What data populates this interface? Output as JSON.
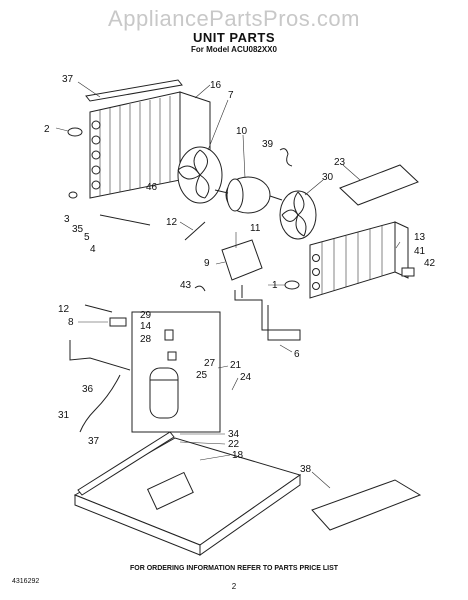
{
  "watermark": "AppliancePartsPros.com",
  "title": "UNIT PARTS",
  "model": "For Model ACU082XX0",
  "footer_note": "FOR ORDERING INFORMATION REFER TO PARTS PRICE LIST",
  "part_number": "4316292",
  "page_number": "2",
  "callouts": [
    "37",
    "16",
    "7",
    "2",
    "10",
    "39",
    "23",
    "3",
    "46",
    "35",
    "5",
    "4",
    "30",
    "12",
    "11",
    "13",
    "41",
    "42",
    "9",
    "1",
    "43",
    "12",
    "8",
    "29",
    "14",
    "28",
    "27",
    "25",
    "21",
    "6",
    "36",
    "24",
    "31",
    "34",
    "22",
    "37",
    "18",
    "38"
  ]
}
